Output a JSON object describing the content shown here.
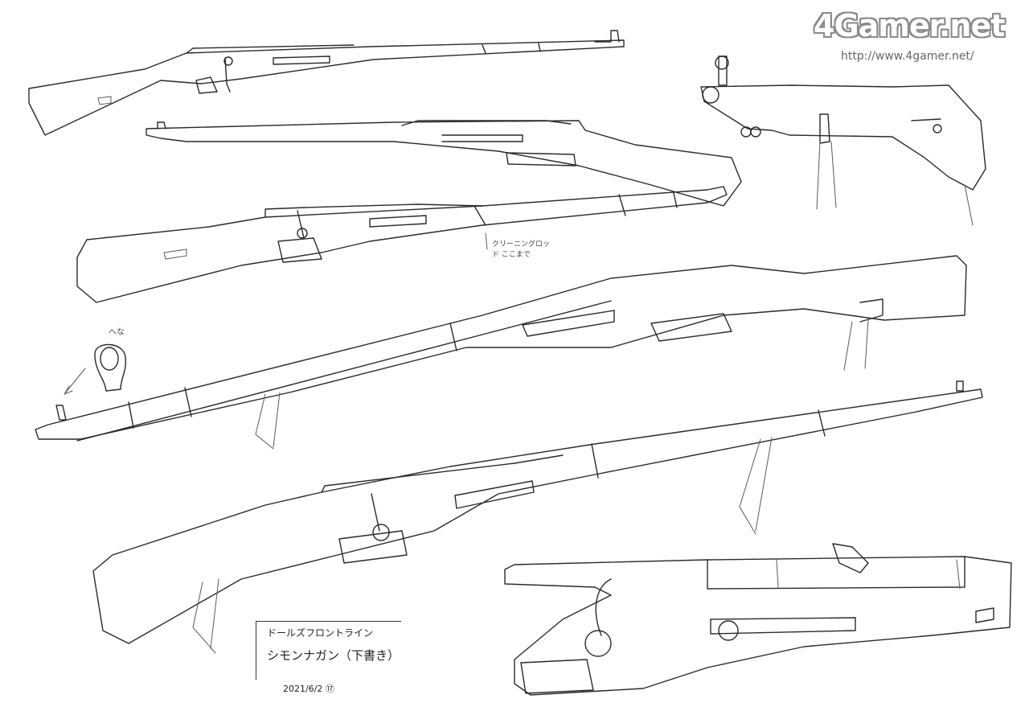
{
  "watermark": {
    "logo_text": "4Gamer.net",
    "url": "http://www.4gamer.net/"
  },
  "annotations": {
    "cleaning_rod_note": "クリーニングロッド ここまで",
    "sight_note": "ヘな"
  },
  "title_block": {
    "line1": "ドールズフロントライン",
    "line2": "シモンナガン（下書き）",
    "date": "2021/6/2 ⑰"
  }
}
